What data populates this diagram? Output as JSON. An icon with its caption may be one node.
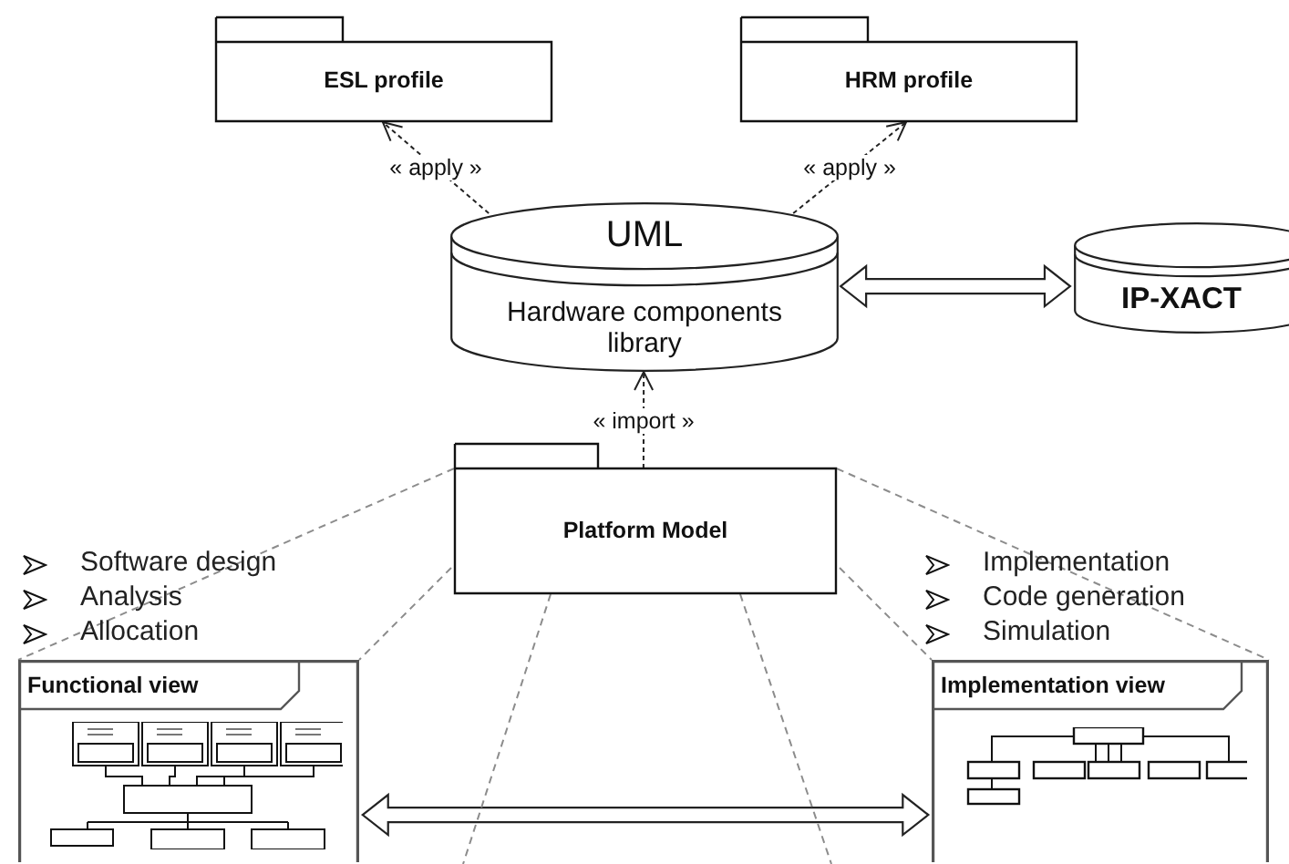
{
  "diagram": {
    "nodes": [
      {
        "text": [
          "ESL profile"
        ]
      },
      {
        "text": [
          "HRM profile"
        ]
      },
      {
        "text": [
          "UML",
          "Hardware components library"
        ]
      },
      {
        "text": [
          "IP-XACT"
        ]
      },
      {
        "text": [
          "Platform Model"
        ]
      },
      {
        "text": [
          "Functional view"
        ]
      },
      {
        "text": [
          "Implementation view"
        ]
      }
    ],
    "edges": [
      {
        "from": 2,
        "to": 0,
        "arrow": "to",
        "style": "dashed",
        "color": "#222222",
        "label": "« apply »"
      },
      {
        "from": 2,
        "to": 1,
        "arrow": "to",
        "style": "dashed",
        "color": "#222222",
        "label": "« apply »"
      },
      {
        "from": 4,
        "to": 2,
        "arrow": "to",
        "style": "dashed",
        "color": "#222222",
        "label": "« import »"
      },
      {
        "from": 2,
        "to": 3,
        "arrow": "both",
        "style": "thick"
      },
      {
        "from": 4,
        "to": 5,
        "arrow": "none",
        "style": "dashed"
      },
      {
        "from": 4,
        "to": 5,
        "arrow": "none",
        "style": "dashed"
      },
      {
        "from": 4,
        "to": 6,
        "arrow": "none",
        "style": "dashed"
      },
      {
        "from": 4,
        "to": 6,
        "arrow": "none",
        "style": "dashed"
      },
      {
        "from": 5,
        "to": 6,
        "arrow": "both",
        "style": "thick"
      }
    ],
    "labels": [
      "Software design",
      "Analysis",
      "Allocation",
      "Implementation",
      "Code generation",
      "Simulation"
    ]
  }
}
